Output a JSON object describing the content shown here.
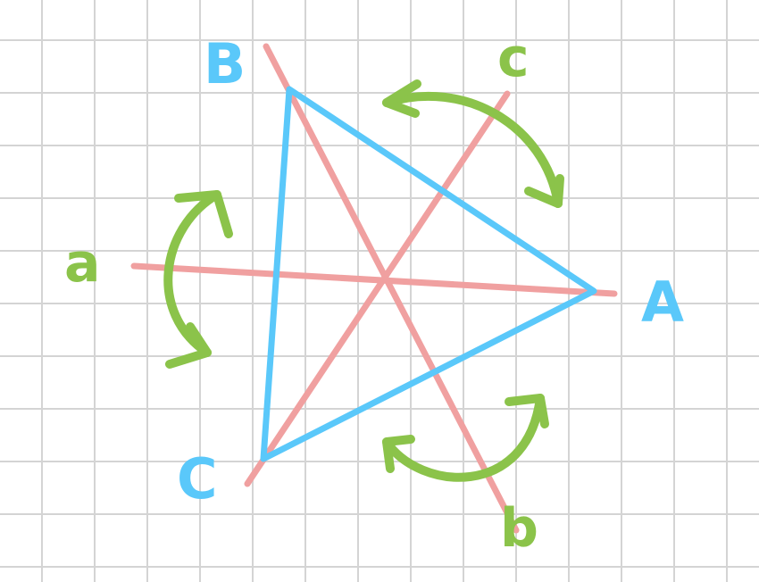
{
  "colors": {
    "grid": "#d4d4d4",
    "background": "#ffffff",
    "triangle": "#5ac8fa",
    "axes": "#f0a0a0",
    "arrows": "#8bc34a"
  },
  "labels": {
    "vertex_a": "A",
    "vertex_b": "B",
    "vertex_c": "C",
    "axis_a": "a",
    "axis_b": "b",
    "axis_c": "c"
  }
}
